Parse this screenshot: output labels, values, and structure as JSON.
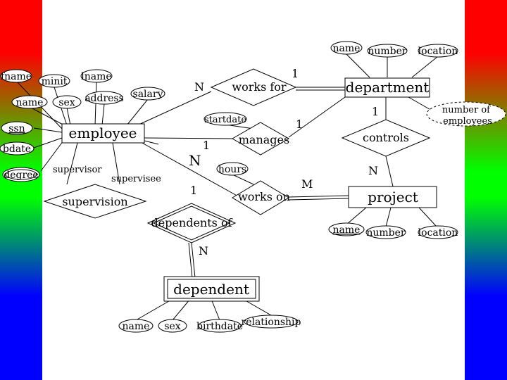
{
  "entities": {
    "employee": "employee",
    "department": "department",
    "project": "project",
    "dependent": "dependent"
  },
  "relationships": {
    "works_for": "works for",
    "manages": "manages",
    "controls": "controls",
    "works_on": "works on",
    "supervision": "supervision",
    "dependents_of": "dependents of"
  },
  "attributes": {
    "fname": "fname",
    "minit": "minit",
    "lname": "lname",
    "emp_name": "name",
    "sex": "sex",
    "address": "address",
    "salary": "salary",
    "ssn": "ssn",
    "bdate": "bdate",
    "degree": "degree",
    "dept_name": "name",
    "dept_number": "number",
    "dept_location": "location",
    "number_of_employees": "number of employees",
    "startdate": "startdate",
    "hours": "hours",
    "proj_name": "name",
    "proj_number": "number",
    "proj_location": "location",
    "dep_name": "name",
    "dep_sex": "sex",
    "dep_birthdate": "birthdate",
    "dep_relationship": "relationship"
  },
  "roles": {
    "supervisor": "supervisor",
    "supervisee": "supervisee"
  },
  "cardinalities": {
    "works_for_emp": "N",
    "works_for_dept": "1",
    "manages_emp": "1",
    "manages_dept": "1",
    "controls_dept": "1",
    "controls_proj": "N",
    "works_on_emp": "N",
    "works_on_proj": "M",
    "dependents_of_emp": "1",
    "dependents_of_dep": "N"
  }
}
